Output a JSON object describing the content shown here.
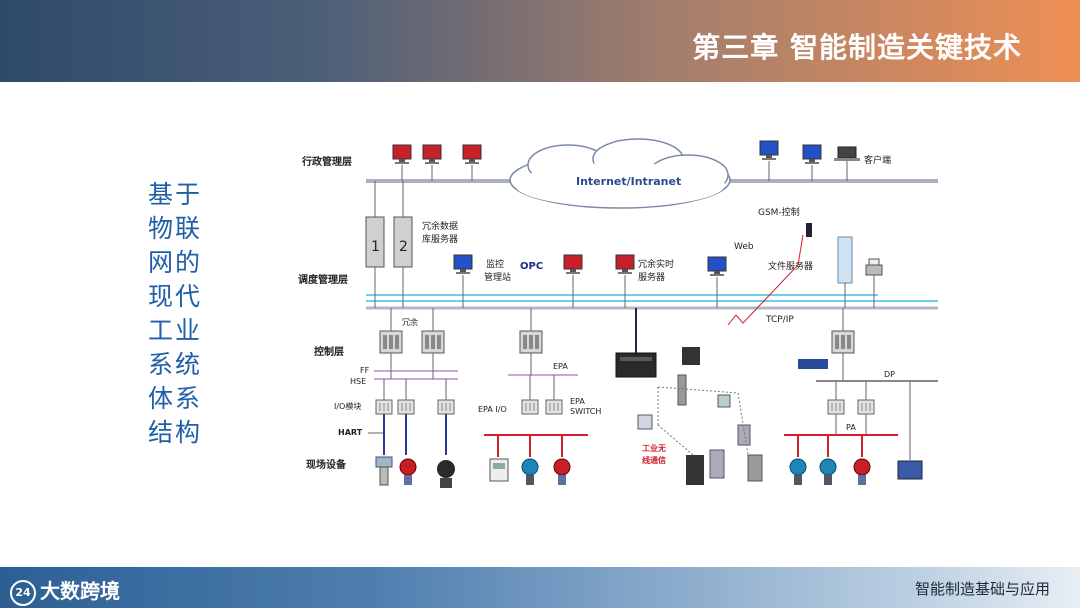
{
  "header": {
    "title": "第三章 智能制造关键技术"
  },
  "side_title": [
    "基于",
    "物联",
    "网的",
    "现代",
    "工业",
    "系统",
    "体系",
    "结构"
  ],
  "footer": {
    "logo_text": "大数跨境",
    "logo_badge": "24",
    "right_text": "智能制造基础与应用"
  },
  "diagram": {
    "layers": {
      "admin": "行政管理层",
      "dispatch": "调度管理层",
      "control": "控制层",
      "field": "现场设备"
    },
    "cloud_label": "Internet/Intranet",
    "client_label": "客户端",
    "redundant_db": [
      "冗余数据",
      "库服务器"
    ],
    "server_nums": [
      "1",
      "2"
    ],
    "gsm_label": "GSM-控制",
    "web_label": "Web",
    "file_server": "文件服务器",
    "monitor_station": [
      "监控",
      "管理站"
    ],
    "opc_label": "OPC",
    "realtime_server": [
      "冗余实时",
      "服务器"
    ],
    "tcpip_label": "TCP/IP",
    "redundant_label": "冗余",
    "ff_label": "FF",
    "hse_label": "HSE",
    "epa_label": "EPA",
    "io_module": "I/O模块",
    "epa_io": "EPA I/O",
    "epa_switch": [
      "EPA",
      "SWITCH"
    ],
    "hart_label": "HART",
    "wireless_label": [
      "工业无",
      "线通信"
    ],
    "dp_label": "DP",
    "pa_label": "PA"
  }
}
